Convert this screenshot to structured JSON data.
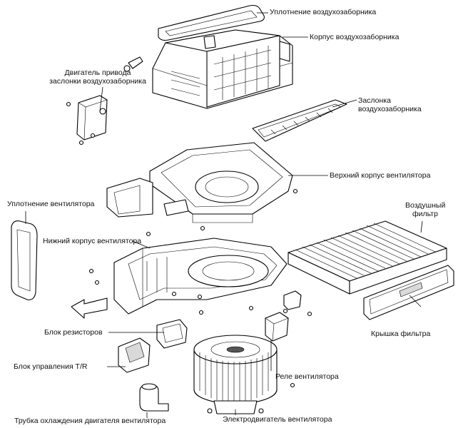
{
  "labels": {
    "intake_seal": "Уплотнение воздухозаборника",
    "intake_housing": "Корпус воздухозаборника",
    "actuator_line1": "Двигатель привода",
    "actuator_line2": "заслонки воздухозаборника",
    "intake_door_line1": "Заслонка",
    "intake_door_line2": "воздухозаборника",
    "upper_fan_case": "Верхний корпус вентилятора",
    "fan_seal": "Уплотнение вентилятора",
    "air_filter_line1": "Воздушный",
    "air_filter_line2": "фильтр",
    "lower_fan_case": "Нижний корпус вентилятора",
    "filter_cover": "Крышка фильтра",
    "resistor_block": "Блок резисторов",
    "tr_control": "Блок управления T/R",
    "fan_relay": "Реле вентилятора",
    "cooling_tube": "Трубка охлаждения двигателя вентилятора",
    "fan_motor": "Электродвигатель вентилятора"
  }
}
